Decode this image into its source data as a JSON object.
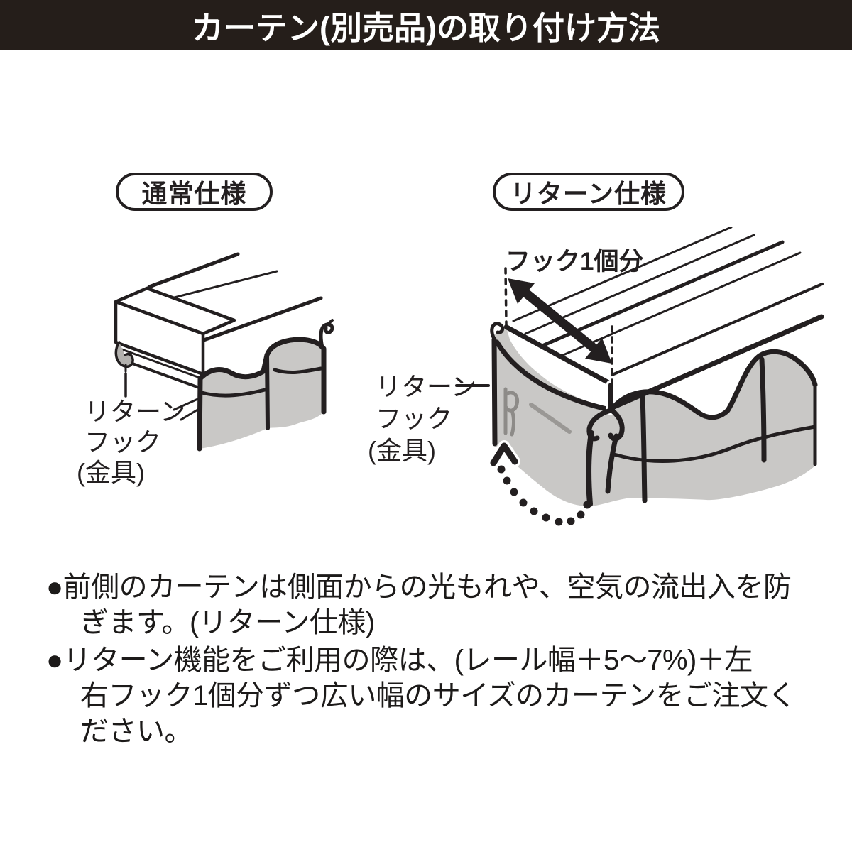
{
  "header": {
    "title": "カーテン(別売品)の取り付け方法",
    "bg_color": "#251e1a",
    "text_color": "#ffffff"
  },
  "diagrams": {
    "left": {
      "pill_label": "通常仕様",
      "hook_label_lines": [
        "リターン",
        "フック",
        "(金具)"
      ]
    },
    "right": {
      "pill_label": "リターン仕様",
      "hook_width_label": "フック1個分",
      "hook_label_lines": [
        "リターン",
        "フック",
        "(金具)"
      ]
    }
  },
  "notes": [
    {
      "lines": [
        "●前側のカーテンは側面からの光もれや、空気の流出入を防",
        "ぎます。(リターン仕様)"
      ]
    },
    {
      "lines": [
        "●リターン機能をご利用の際は、(レール幅＋5〜7%)＋左",
        "右フック1個分ずつ広い幅のサイズのカーテンをご注文く",
        "ださい。"
      ]
    }
  ],
  "colors": {
    "line": "#231f20",
    "curtain_fill": "#c9c8c6",
    "hook_gray": "#8d8b88"
  }
}
